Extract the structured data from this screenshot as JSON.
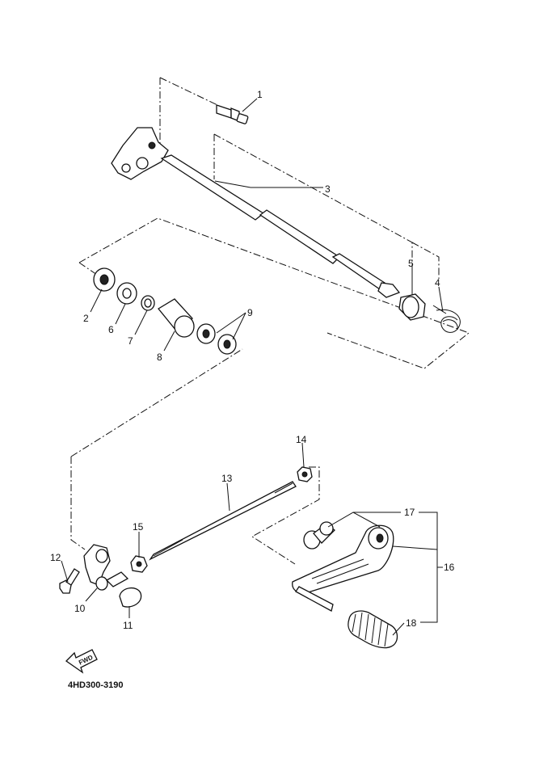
{
  "diagram": {
    "code": "4HD300-3190",
    "fwd_label": "FWD",
    "callouts": [
      {
        "id": "1",
        "text": "1"
      },
      {
        "id": "2",
        "text": "2"
      },
      {
        "id": "3",
        "text": "3"
      },
      {
        "id": "4",
        "text": "4"
      },
      {
        "id": "5",
        "text": "5"
      },
      {
        "id": "6",
        "text": "6"
      },
      {
        "id": "7",
        "text": "7"
      },
      {
        "id": "8",
        "text": "8"
      },
      {
        "id": "9",
        "text": "9"
      },
      {
        "id": "10",
        "text": "10"
      },
      {
        "id": "11",
        "text": "11"
      },
      {
        "id": "12",
        "text": "12"
      },
      {
        "id": "13",
        "text": "13"
      },
      {
        "id": "14",
        "text": "14"
      },
      {
        "id": "15",
        "text": "15"
      },
      {
        "id": "16",
        "text": "16"
      },
      {
        "id": "17",
        "text": "17"
      },
      {
        "id": "18",
        "text": "18"
      }
    ]
  }
}
